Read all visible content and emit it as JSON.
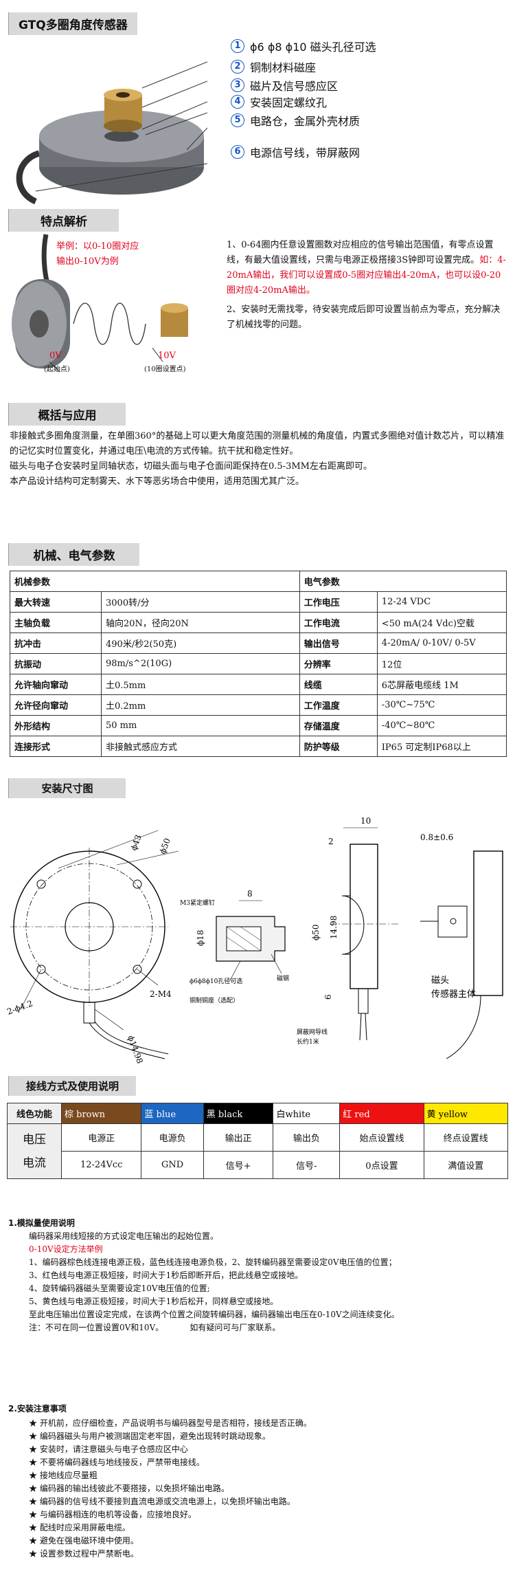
{
  "s1": {
    "title": "GTQ多圈角度传感器",
    "features": [
      {
        "num": "1",
        "text": "ϕ6  ϕ8 ϕ10  磁头孔径可选"
      },
      {
        "num": "2",
        "text": "铜制材料磁座"
      },
      {
        "num": "3",
        "text": "磁片及信号感应区"
      },
      {
        "num": "4",
        "text": "安装固定螺纹孔"
      },
      {
        "num": "5",
        "text": "电路仓，金属外壳材质"
      },
      {
        "num": "6",
        "text": "电源信号线，带屏蔽网"
      }
    ]
  },
  "s2": {
    "title": "特点解析",
    "example": [
      "举例：以0-10圈对应",
      "输出0-10V为例"
    ],
    "v0": "0V",
    "v0_sub": "(起始点)",
    "v10": "10V",
    "v10_sub": "(10圈设置点)",
    "p1_a": "1、0-64圈内任意设置圈数对应相应的信号输出范围值，有零点设置线，有最大值设置线，只需与电源正极搭接3S钟即可设置完成。",
    "p1_b": "如：4-20mA输出，我们可以设置成0-5圈对应输出4-20mA，也可以设0-20圈对应4-20mA输出。",
    "p2": "2、安装时无需找零，待安装完成后即可设置当前点为零点，充分解决了机械找零的问题。"
  },
  "s3": {
    "title": "概括与应用",
    "p1": "非接触式多圈角度测量，在单圈360°的基础上可以更大角度范围的测量机械的角度值，内置式多圈绝对值计数芯片，可以精准的记忆实时位置变化，并通过电压\\电流的方式传输。抗干扰和稳定性好。",
    "p2": "磁头与电子仓安装时呈同轴状态，切磁头面与电子仓面间距保持在0.5-3MM左右距离即可。",
    "p3": "本产品设计结构可定制雾天、水下等恶劣场合中使用，适用范围尤其广泛。"
  },
  "s4": {
    "title": "机械、电气参数",
    "mech_header": "机械参数",
    "elec_header": "电气参数",
    "rows": [
      [
        "最大转速",
        "3000转/分",
        "工作电压",
        "12-24 VDC"
      ],
      [
        "主轴负载",
        "轴向20N，径向20N",
        "工作电流",
        "<50 mA(24 Vdc)空载"
      ],
      [
        "抗冲击",
        "490米/秒2(50克)",
        "输出信号",
        "4-20mA/ 0-10V/ 0-5V"
      ],
      [
        "抗振动",
        "98m/s^2(10G)",
        "分辨率",
        "12位"
      ],
      [
        "允许轴向窜动",
        "土0.5mm",
        "线缆",
        "6芯屏蔽电缆线 1M"
      ],
      [
        "允许径向窜动",
        "土0.2mm",
        "工作温度",
        "-30℃~75℃"
      ],
      [
        "外形结构",
        "50 mm",
        "存储温度",
        "-40℃~80℃"
      ],
      [
        "连接形式",
        "非接触式感应方式",
        "防护等级",
        "IP65        可定制IP68以上"
      ]
    ]
  },
  "s5": {
    "title": "安装尺寸图",
    "labels": {
      "d43": "ϕ43",
      "d50": "ϕ50",
      "m4": "2-M4",
      "d42": "2-ϕ4.2",
      "d1498": "ϕ14.98",
      "m3": "M3紧定螺钉",
      "eight": "8",
      "d18": "ϕ18",
      "magnet_steel": "磁钢",
      "hole": "ϕ6ϕ8ϕ10孔径可选",
      "copper": "铜制铜座（选配）",
      "ten": "10",
      "two": "2",
      "d50b": "ϕ50",
      "v1498": "14.98",
      "six": "6",
      "cable1": "屏蔽网导线",
      "cable2": "长约1米",
      "gap": "0.8±0.6",
      "head": "磁头",
      "body": "传感器主体"
    }
  },
  "s6": {
    "title": "接线方式及使用说明",
    "color_label": "线色功能",
    "colors": [
      {
        "name": "棕 brown",
        "bg": "#7a4a1f",
        "fg": "#ffffff"
      },
      {
        "name": "蓝 blue",
        "bg": "#1d66c2",
        "fg": "#ffffff"
      },
      {
        "name": "黑 black",
        "bg": "#000000",
        "fg": "#ffffff"
      },
      {
        "name": "白white",
        "bg": "#ffffff",
        "fg": "#000000"
      },
      {
        "name": "红 red",
        "bg": "#ee1111",
        "fg": "#ffffff"
      },
      {
        "name": "黄 yellow",
        "bg": "#ffe800",
        "fg": "#000000"
      }
    ],
    "row_label_1": "电压",
    "row_label_2": "电流",
    "func": [
      "电源正",
      "电源负",
      "输出正",
      "输出负",
      "始点设置线",
      "终点设置线"
    ],
    "values": [
      "12-24Vcc",
      "GND",
      "信号+",
      "信号-",
      "0点设置",
      "满值设置"
    ]
  },
  "s7": {
    "title": "1.模拟量使用说明",
    "intro": "编码器采用线短接的方式设定电压输出的起始位置。",
    "example_title": "0-10V设定方法举例",
    "l1": "1、编码器棕色线连接电源正极，蓝色线连接电源负极，2、旋转编码器至需要设定0V电压值的位置；",
    "l2": "3、红色线与电源正极短接，时间大于1秒后即断开后，把此线悬空或接地。",
    "l3": "4、旋转编码器磁头至需要设定10V电压值的位置;",
    "l4": "5、黄色线与电源正极短接，时间大于1秒后松开，同样悬空或接地。",
    "l5": "至此电压输出位置设定完成，在该两个位置之间旋转编码器，编码器输出电压在0-10V之间连续变化。",
    "note": "注：不可在同一位置设置0V和10V。          如有疑问可与厂家联系。"
  },
  "s8": {
    "title": "2.安装注意事项",
    "items": [
      "开机前，应仔细检查，产品说明书与编码器型号是否相符，接线是否正确。",
      "编码器磁头与用户被测端固定老牢固，避免出现转时跳动现象。",
      "安装时，请注意磁头与电子仓感应区中心",
      "不要将编码器线与地线接反，严禁带电接线。",
      "接地线应尽量粗",
      "编码器的输出线彼此不要搭接，以免损坏输出电路。",
      "编码器的信号线不要接到直流电源或交流电源上，以免损坏输出电路。",
      "与编码器相连的电机等设备，应接地良好。",
      "配线时应采用屏蔽电缆。",
      "避免在强电磁环境中使用。",
      "设置参数过程中严禁断电。"
    ]
  }
}
